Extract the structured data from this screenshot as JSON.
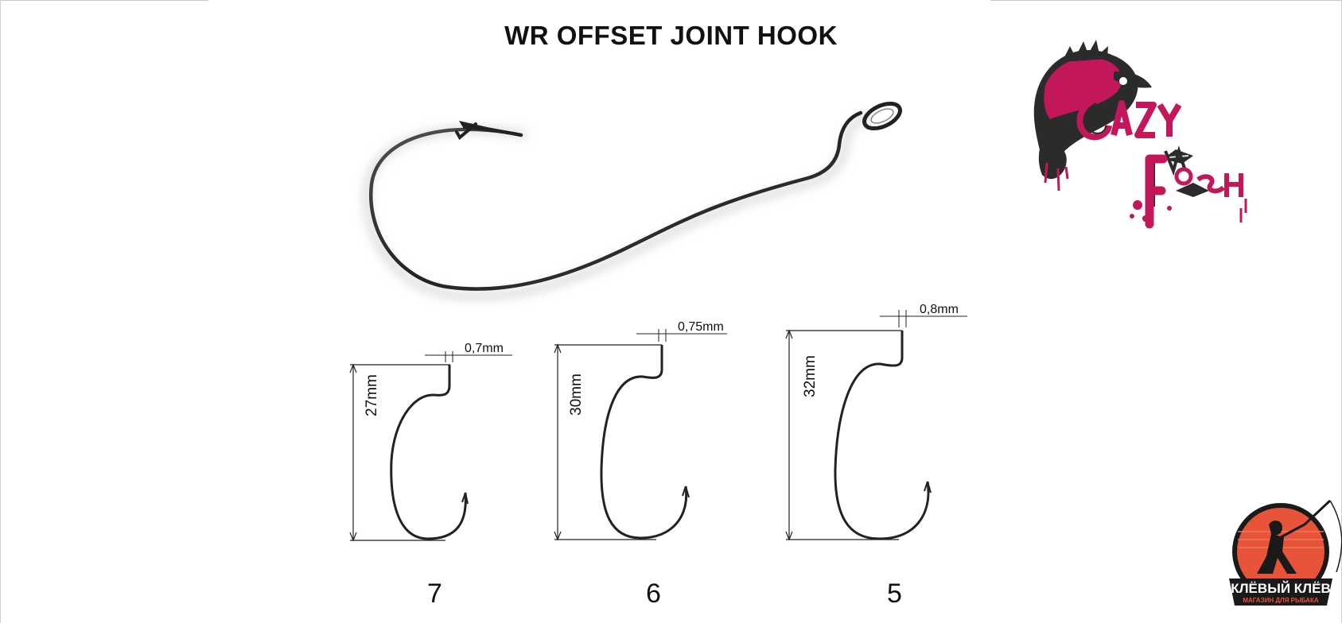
{
  "title": "WR OFFSET JOINT HOOK",
  "hooks": [
    {
      "size": "7",
      "length": "27mm",
      "wire": "0,7mm"
    },
    {
      "size": "6",
      "length": "30mm",
      "wire": "0,75mm"
    },
    {
      "size": "5",
      "length": "32mm",
      "wire": "0,8mm"
    }
  ],
  "brand_logo": {
    "text": "CRAZY FISH"
  },
  "shop_logo": {
    "name": "КЛЁВЫЙ КЛЁВ",
    "tagline": "МАГАЗИН ДЛЯ РЫБАКА"
  },
  "colors": {
    "brand_pink": "#c2185b",
    "shop_orange": "#e8543a",
    "shop_dark": "#1a1a1a"
  }
}
